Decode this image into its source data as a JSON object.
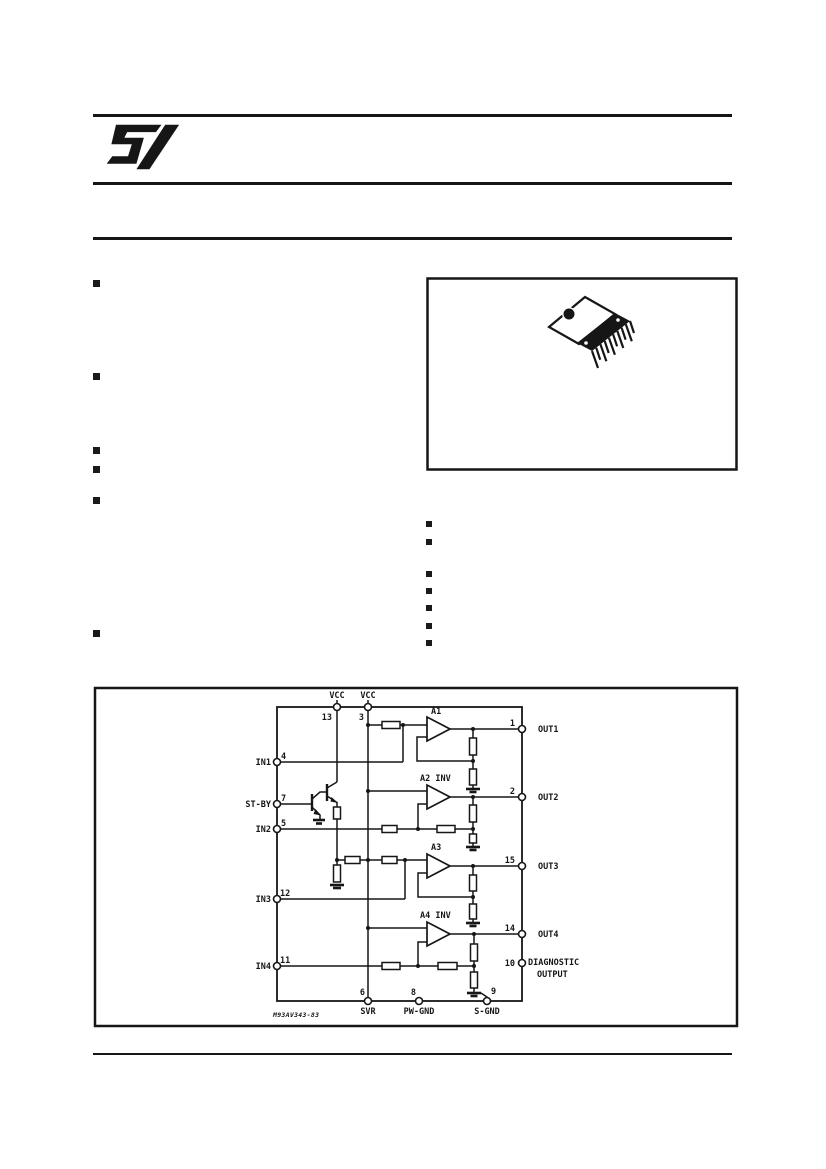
{
  "page": {
    "ink": "#161616",
    "background": "#ffffff"
  },
  "logo": {
    "icon": "st-sgs-thomson-logo"
  },
  "features": {
    "left_bullet_count": 6,
    "right_bullet_count": 7
  },
  "package_figure": {
    "icon": "multiwatt15-package"
  },
  "block_diagram": {
    "figure_code": "M93AV343-83",
    "amps": {
      "a1": "A1",
      "a2": "A2 INV",
      "a3": "A3",
      "a4": "A4 INV"
    },
    "pins": {
      "vcc1": {
        "num": "13",
        "label": "VCC"
      },
      "vcc2": {
        "num": "3",
        "label": "VCC"
      },
      "in1": {
        "num": "4",
        "label": "IN1"
      },
      "stby": {
        "num": "7",
        "label": "ST-BY"
      },
      "in2": {
        "num": "5",
        "label": "IN2"
      },
      "in3": {
        "num": "12",
        "label": "IN3"
      },
      "in4": {
        "num": "11",
        "label": "IN4"
      },
      "out1": {
        "num": "1",
        "label": "OUT1"
      },
      "out2": {
        "num": "2",
        "label": "OUT2"
      },
      "out3": {
        "num": "15",
        "label": "OUT3"
      },
      "out4": {
        "num": "14",
        "label": "OUT4"
      },
      "diag": {
        "num": "10",
        "label1": "DIAGNOSTIC",
        "label2": "OUTPUT"
      },
      "svr": {
        "num": "6",
        "label": "SVR"
      },
      "pwgnd": {
        "num": "8",
        "label": "PW-GND"
      },
      "sgnd": {
        "num": "9",
        "label": "S-GND"
      }
    }
  }
}
